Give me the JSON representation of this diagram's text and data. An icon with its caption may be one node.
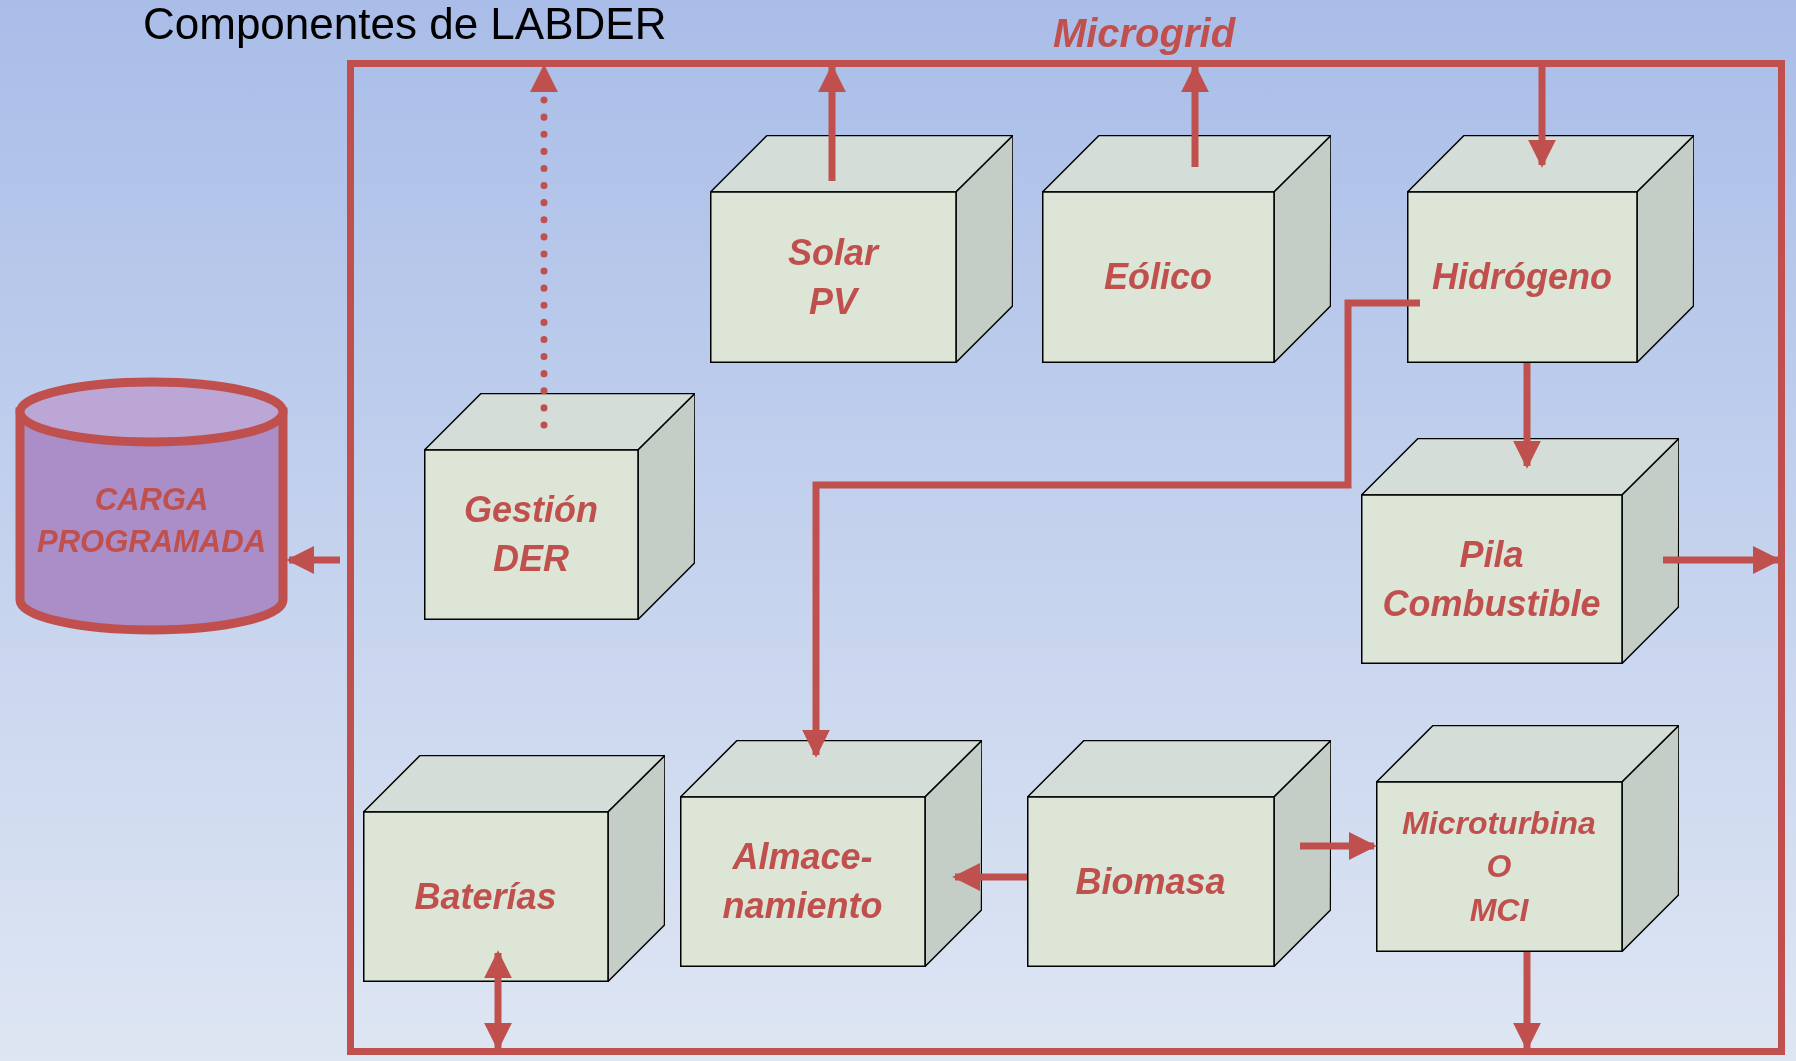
{
  "diagram": {
    "title": "Componentes de LABDER",
    "nodes": [
      {
        "text": [
          "Microgrid"
        ]
      },
      {
        "text": [
          "CARGA PROGRAMADA"
        ]
      },
      {
        "text": [
          "Gestión DER"
        ],
        "in": 0
      },
      {
        "text": [
          "Solar PV"
        ],
        "in": 0
      },
      {
        "text": [
          "Eólico"
        ],
        "in": 0
      },
      {
        "text": [
          "Hidrógeno"
        ],
        "in": 0
      },
      {
        "text": [
          "Pila Combustible"
        ],
        "in": 0
      },
      {
        "text": [
          "Baterías"
        ],
        "in": 0
      },
      {
        "text": [
          "Almace- namiento"
        ],
        "in": 0
      },
      {
        "text": [
          "Biomasa"
        ],
        "in": 0
      },
      {
        "text": [
          "Microturbina O MCI"
        ],
        "in": 0
      }
    ],
    "edges": [
      {
        "from": 0,
        "to": 1,
        "arrow": "to"
      },
      {
        "from": 2,
        "to": 0,
        "arrow": "to",
        "style": "dashed"
      },
      {
        "from": 3,
        "to": 0,
        "arrow": "to"
      },
      {
        "from": 4,
        "to": 0,
        "arrow": "to"
      },
      {
        "from": 0,
        "to": 5,
        "arrow": "to"
      },
      {
        "from": 5,
        "to": 8,
        "arrow": "to"
      },
      {
        "from": 5,
        "to": 6,
        "arrow": "to"
      },
      {
        "from": 6,
        "to": 0,
        "arrow": "to"
      },
      {
        "from": 7,
        "to": 0,
        "arrow": "both"
      },
      {
        "from": 9,
        "to": 8,
        "arrow": "to"
      },
      {
        "from": 9,
        "to": 10,
        "arrow": "to"
      },
      {
        "from": 10,
        "to": 0,
        "arrow": "to"
      }
    ]
  }
}
